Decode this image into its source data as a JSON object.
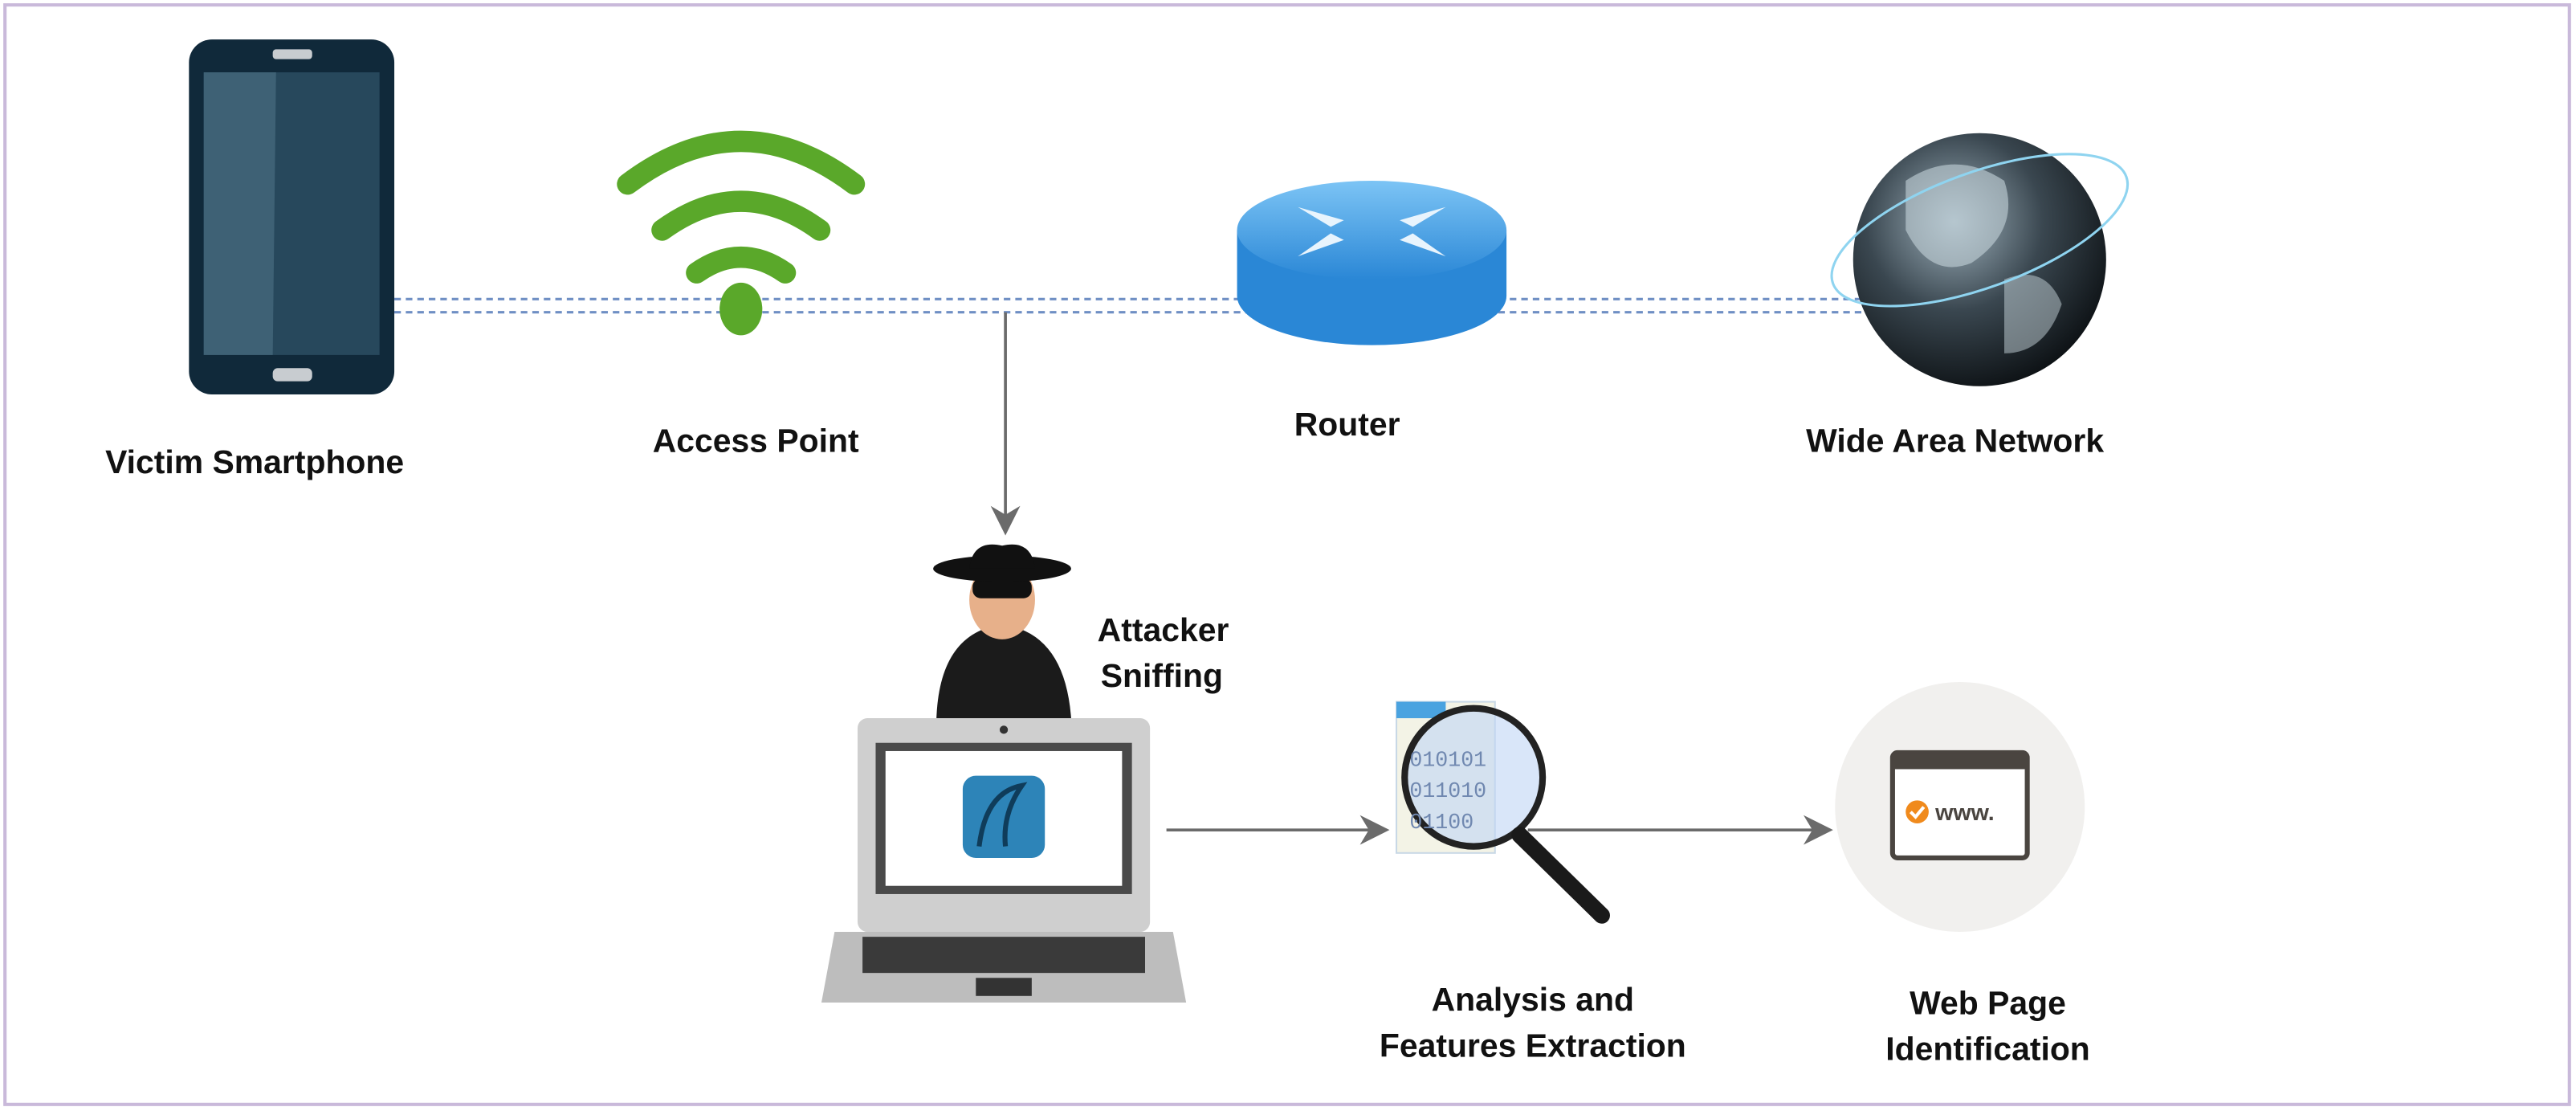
{
  "nodes": {
    "victim": {
      "label": "Victim Smartphone",
      "icon": "smartphone-icon"
    },
    "access_point": {
      "label": "Access Point",
      "icon": "wifi-icon"
    },
    "router": {
      "label": "Router",
      "icon": "router-icon"
    },
    "wan": {
      "label": "Wide Area Network",
      "icon": "globe-icon"
    },
    "attacker": {
      "label_line1": "Attacker",
      "label_line2": "Sniffing",
      "icon": "hacker-icon"
    },
    "laptop": {
      "icon": "laptop-wireshark-icon"
    },
    "analysis": {
      "label_line1": "Analysis and",
      "label_line2": "Features Extraction",
      "icon": "magnifier-document-icon",
      "binary_lines": [
        "010101",
        "011010",
        "01100"
      ]
    },
    "webpage": {
      "label_line1": "Web Page",
      "label_line2": "Identification",
      "icon": "browser-www-icon",
      "www_text": "www."
    }
  },
  "colors": {
    "border": "#c9b9da",
    "link_dashed": "#6f8fc4",
    "arrow": "#6b6b6b",
    "wifi_green": "#5aa82a",
    "phone": "#10293a",
    "router_blue": "#3d9ee6",
    "check_orange": "#f08a1c"
  }
}
